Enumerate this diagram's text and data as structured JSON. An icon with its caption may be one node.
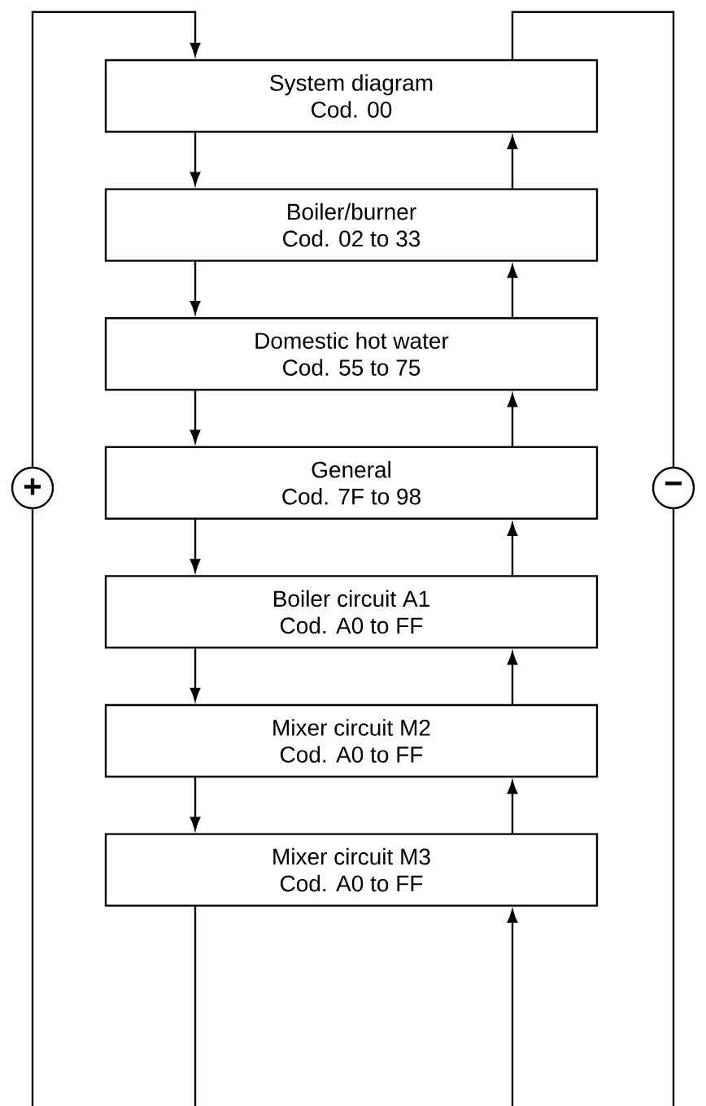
{
  "diagram": {
    "nodes": [
      {
        "text": [
          "System diagram",
          "Cod. 00"
        ]
      },
      {
        "text": [
          "Boiler/burner",
          "Cod. 02 to 33"
        ]
      },
      {
        "text": [
          "Domestic hot water",
          "Cod. 55 to 75"
        ]
      },
      {
        "text": [
          "General",
          "Cod. 7F to 98"
        ]
      },
      {
        "text": [
          "Boiler circuit A1",
          "Cod. A0 to FF"
        ]
      },
      {
        "text": [
          "Mixer circuit M2",
          "Cod. A0 to FF"
        ]
      },
      {
        "text": [
          "Mixer circuit M3",
          "Cod. A0 to FF"
        ]
      },
      {
        "text": [
          "+"
        ]
      },
      {
        "text": [
          "−"
        ]
      }
    ],
    "edges": [
      {
        "from": 7,
        "to": 0,
        "arrow": "to"
      },
      {
        "from": 0,
        "to": 8,
        "arrow": "none"
      },
      {
        "from": 0,
        "to": 1,
        "arrow": "to"
      },
      {
        "from": 1,
        "to": 0,
        "arrow": "to"
      },
      {
        "from": 1,
        "to": 2,
        "arrow": "to"
      },
      {
        "from": 2,
        "to": 1,
        "arrow": "to"
      },
      {
        "from": 2,
        "to": 3,
        "arrow": "to"
      },
      {
        "from": 3,
        "to": 2,
        "arrow": "to"
      },
      {
        "from": 3,
        "to": 4,
        "arrow": "to"
      },
      {
        "from": 4,
        "to": 3,
        "arrow": "to"
      },
      {
        "from": 4,
        "to": 5,
        "arrow": "to"
      },
      {
        "from": 5,
        "to": 4,
        "arrow": "to"
      },
      {
        "from": 5,
        "to": 6,
        "arrow": "to"
      },
      {
        "from": 6,
        "to": 5,
        "arrow": "to"
      },
      {
        "from": 6,
        "to": 7,
        "arrow": "none"
      },
      {
        "from": 8,
        "to": 6,
        "arrow": "to"
      }
    ]
  }
}
